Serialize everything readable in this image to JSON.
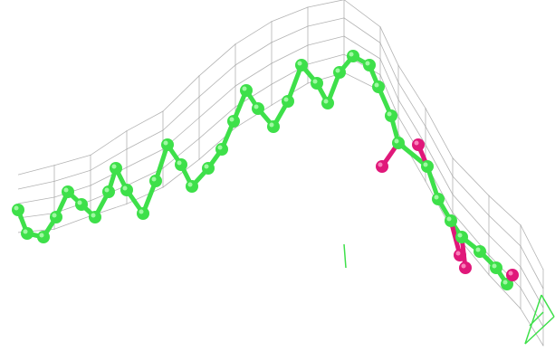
{
  "scene": {
    "background": "#ffffff",
    "mesh_color": "#9a9a9a",
    "carbon_color": "#3ee04a",
    "oxygen_color": "#e0187a",
    "axes_color": "#3ee04a"
  },
  "molecule": {
    "chain_atoms": 27,
    "oxygen_atoms": 5,
    "representation": "ball-and-stick",
    "density_representation": "wire-mesh"
  }
}
